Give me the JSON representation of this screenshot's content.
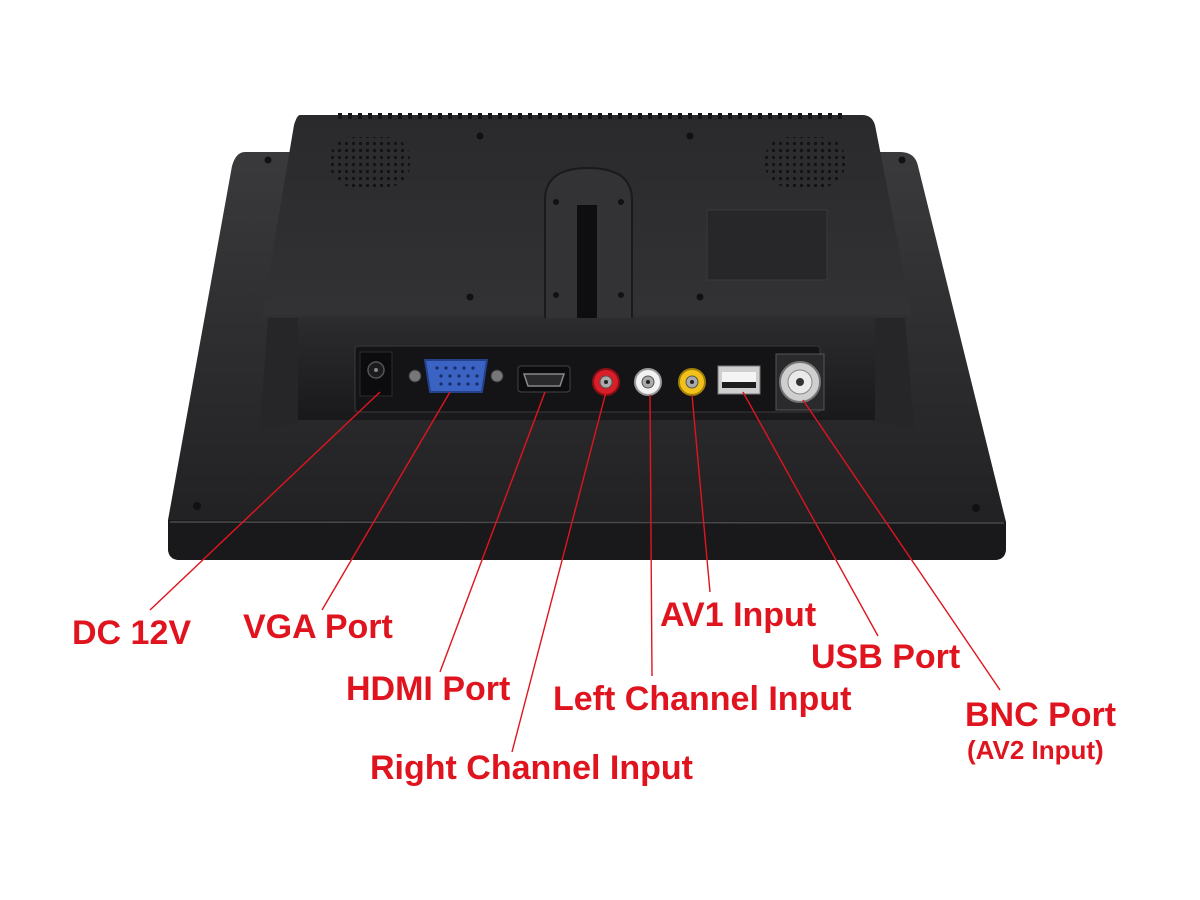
{
  "labels": {
    "dc": "DC 12V",
    "vga": "VGA Port",
    "hdmi": "HDMI Port",
    "right": "Right Channel Input",
    "left": "Left Channel Input",
    "av1": "AV1 Input",
    "usb": "USB Port",
    "bnc": "BNC Port",
    "bnc_sub": "(AV2 Input)"
  },
  "colors": {
    "label": "#e0141e",
    "leader_line": "#e0141e",
    "monitor_body": "#2b2b2d",
    "background": "#ffffff",
    "vga_connector": "#3a63c4",
    "rca_right": "#d81e28",
    "rca_left": "#f2f2f2",
    "rca_av1": "#f2c21a"
  },
  "icons": {
    "dc": "dc-barrel-jack-icon",
    "vga": "vga-connector-icon",
    "hdmi": "hdmi-connector-icon",
    "rca": "rca-jack-icon",
    "usb": "usb-port-icon",
    "bnc": "bnc-connector-icon"
  }
}
